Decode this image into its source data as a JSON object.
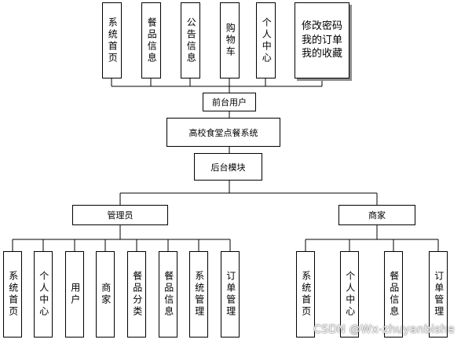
{
  "front_modules": [
    "系统首页",
    "餐品信息",
    "公告信息",
    "购物车",
    "个人中心"
  ],
  "front_multi": "修改密码\n我的订单\n我的收藏",
  "front_user": "前台用户",
  "system": "高校食堂点餐系统",
  "backend": "后台模块",
  "admin": "管理员",
  "merchant": "商家",
  "admin_modules": [
    "系统首页",
    "个人中心",
    "用户",
    "商家",
    "餐品分类",
    "餐品信息",
    "系统管理",
    "订单管理"
  ],
  "merchant_modules": [
    "系统首页",
    "个人中心",
    "餐品信息",
    "订单管理"
  ],
  "watermark": "CSDN @Wx-zhuyanbishe"
}
